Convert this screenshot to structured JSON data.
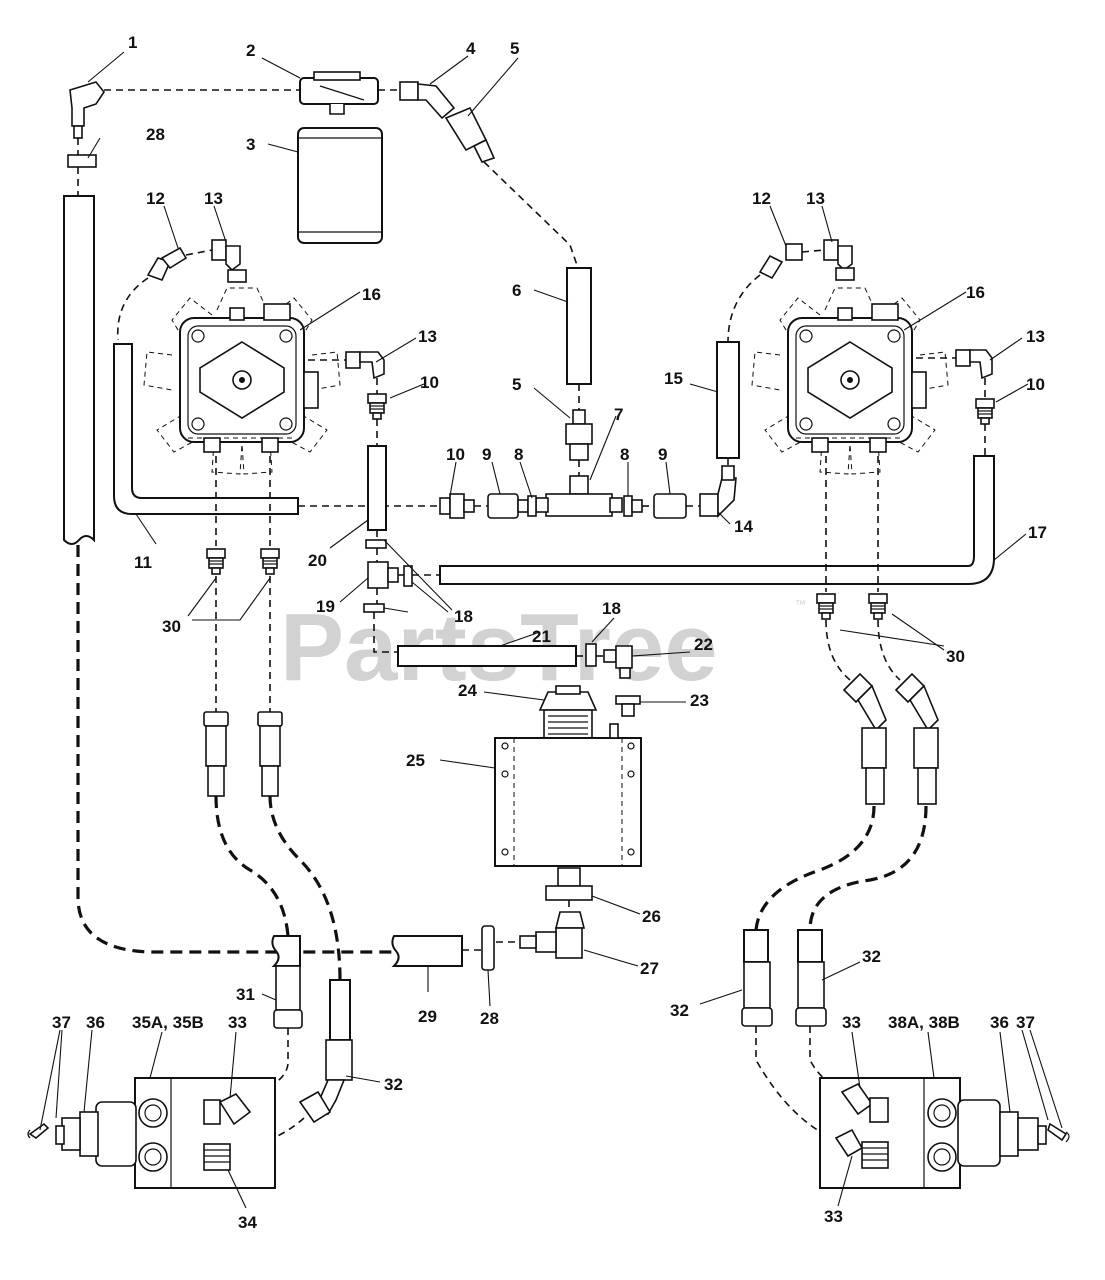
{
  "watermark": {
    "brand": "PartsTree",
    "trademark": "™"
  },
  "callouts": [
    {
      "id": "c1",
      "text": "1"
    },
    {
      "id": "c2",
      "text": "2"
    },
    {
      "id": "c3",
      "text": "3"
    },
    {
      "id": "c4",
      "text": "4"
    },
    {
      "id": "c5a",
      "text": "5"
    },
    {
      "id": "c28a",
      "text": "28"
    },
    {
      "id": "c12l",
      "text": "12"
    },
    {
      "id": "c13l",
      "text": "13"
    },
    {
      "id": "c16l",
      "text": "16"
    },
    {
      "id": "c13lb",
      "text": "13"
    },
    {
      "id": "c10l",
      "text": "10"
    },
    {
      "id": "c6",
      "text": "6"
    },
    {
      "id": "c5b",
      "text": "5"
    },
    {
      "id": "c7",
      "text": "7"
    },
    {
      "id": "c10m",
      "text": "10"
    },
    {
      "id": "c9a",
      "text": "9"
    },
    {
      "id": "c8a",
      "text": "8"
    },
    {
      "id": "c8b",
      "text": "8"
    },
    {
      "id": "c9b",
      "text": "9"
    },
    {
      "id": "c14",
      "text": "14"
    },
    {
      "id": "c15",
      "text": "15"
    },
    {
      "id": "c12r",
      "text": "12"
    },
    {
      "id": "c13r",
      "text": "13"
    },
    {
      "id": "c16r",
      "text": "16"
    },
    {
      "id": "c13rb",
      "text": "13"
    },
    {
      "id": "c10r",
      "text": "10"
    },
    {
      "id": "c11",
      "text": "11"
    },
    {
      "id": "c20",
      "text": "20"
    },
    {
      "id": "c17",
      "text": "17"
    },
    {
      "id": "c19",
      "text": "19"
    },
    {
      "id": "c18a",
      "text": "18"
    },
    {
      "id": "c30l",
      "text": "30"
    },
    {
      "id": "c18b",
      "text": "18"
    },
    {
      "id": "c21",
      "text": "21"
    },
    {
      "id": "c22",
      "text": "22"
    },
    {
      "id": "c30r",
      "text": "30"
    },
    {
      "id": "c24",
      "text": "24"
    },
    {
      "id": "c23",
      "text": "23"
    },
    {
      "id": "c25",
      "text": "25"
    },
    {
      "id": "c26",
      "text": "26"
    },
    {
      "id": "c27",
      "text": "27"
    },
    {
      "id": "c31",
      "text": "31"
    },
    {
      "id": "c29",
      "text": "29"
    },
    {
      "id": "c28b",
      "text": "28"
    },
    {
      "id": "c32a",
      "text": "32"
    },
    {
      "id": "c32b",
      "text": "32"
    },
    {
      "id": "c32c",
      "text": "32"
    },
    {
      "id": "c37l",
      "text": "37"
    },
    {
      "id": "c36l",
      "text": "36"
    },
    {
      "id": "c35",
      "text": "35A, 35B"
    },
    {
      "id": "c33l",
      "text": "33"
    },
    {
      "id": "c34",
      "text": "34"
    },
    {
      "id": "c33r",
      "text": "33"
    },
    {
      "id": "c38",
      "text": "38A, 38B"
    },
    {
      "id": "c36r",
      "text": "36"
    },
    {
      "id": "c37r",
      "text": "37"
    },
    {
      "id": "c33rb",
      "text": "33"
    }
  ]
}
